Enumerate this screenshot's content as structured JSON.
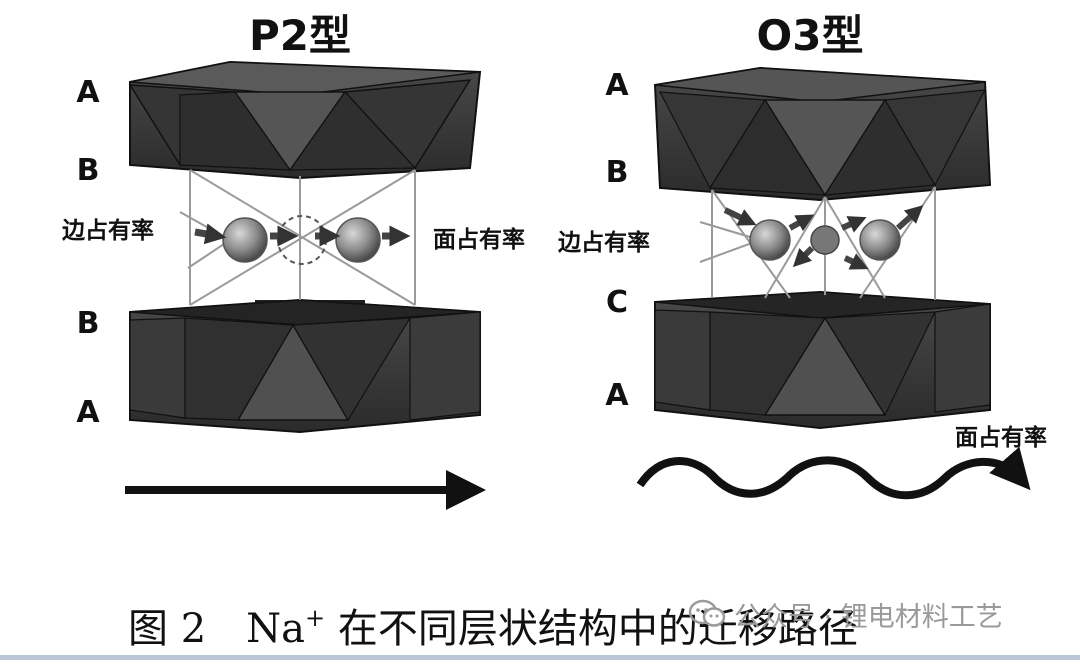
{
  "p2": {
    "title": "P2型",
    "layers": [
      "A",
      "B",
      "B",
      "A"
    ],
    "label_edge": "边占有率",
    "label_face": "面占有率"
  },
  "o3": {
    "title": "O3型",
    "layers": [
      "A",
      "B",
      "C",
      "A"
    ],
    "label_edge": "边占有率",
    "label_face": "面占有率"
  },
  "caption": {
    "prefix": "图 2　Na",
    "superscript": "+",
    "suffix": " 在不同层状结构中的迁移路径"
  },
  "watermark": {
    "text": "公众号 · 锂电材料工艺"
  },
  "colors": {
    "slab": "#3d3d3d",
    "slab_dark": "#1f1f1f",
    "ion": "#8a8a8a",
    "arrow": "#111111"
  },
  "icons": {
    "watermark": "wechat-icon"
  }
}
